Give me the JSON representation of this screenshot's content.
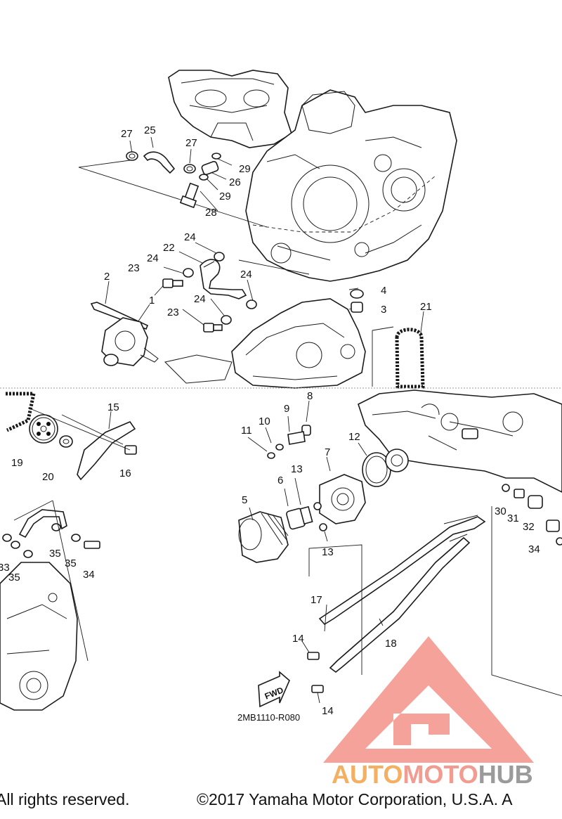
{
  "diagram": {
    "reference_code": "2MB1110-R080",
    "fwd_label": "FWD",
    "callouts": [
      "1",
      "2",
      "3",
      "4",
      "5",
      "6",
      "7",
      "8",
      "9",
      "10",
      "11",
      "12",
      "13",
      "13",
      "14",
      "14",
      "15",
      "16",
      "17",
      "18",
      "19",
      "20",
      "21",
      "22",
      "23",
      "23",
      "24",
      "24",
      "24",
      "24",
      "25",
      "26",
      "27",
      "27",
      "28",
      "29",
      "29",
      "30",
      "31",
      "32",
      "33",
      "34",
      "34",
      "35",
      "35",
      "35"
    ]
  },
  "watermark": {
    "brand_part1": "AUTO",
    "brand_part2": "MOTO",
    "brand_part3": "HUB",
    "colors": {
      "auto": "#f3a347",
      "moto": "#ef8a7e",
      "hub": "#8a8a8a",
      "triangle": "#ef6f62"
    }
  },
  "footer": {
    "left_text": "All rights reserved.",
    "right_text": "©2017 Yamaha Motor Corporation, U.S.A. A"
  }
}
